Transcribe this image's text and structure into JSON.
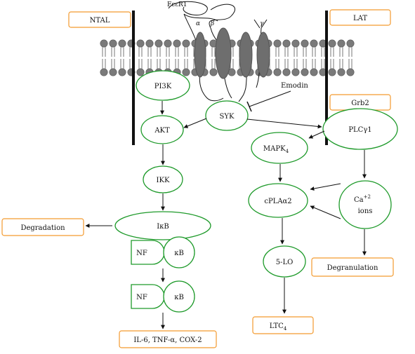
{
  "colors": {
    "node_stroke": "#1e9a2a",
    "box_stroke": "#f39a2e",
    "membrane": "#777777",
    "membrane_head": "#7a7a7a",
    "receptor": "#6e6e6e",
    "line": "#111111"
  },
  "labels": {
    "fcer1": "FcεR1",
    "alpha": "α",
    "beta": "β",
    "gamma": "γ",
    "emodin": "Emodin"
  },
  "boxes": {
    "ntal": "NTAL",
    "lat": "LAT",
    "grb2": "Grb2",
    "degradation": "Degradation",
    "degranulation": "Degranulation",
    "cytokines": "IL-6, TNF-α, COX-2",
    "ltc4_main": "LTC",
    "ltc4_sub": "4"
  },
  "nodes": {
    "pi3k": "PI3K",
    "syk": "SYK",
    "akt": "AKT",
    "ikk": "IKK",
    "ikb": "IκB",
    "nf1": "NF",
    "kb1": "κB",
    "nf2": "NF",
    "kb2": "κB",
    "mapk4_main": "MAPK",
    "mapk4_sub": "4",
    "plcg1": "PLCγ1",
    "cpla2": "cPLAα2",
    "ca_main": "Ca",
    "ca_sup": "+2",
    "ca_ions": "ions",
    "lo5": "5-LO"
  }
}
